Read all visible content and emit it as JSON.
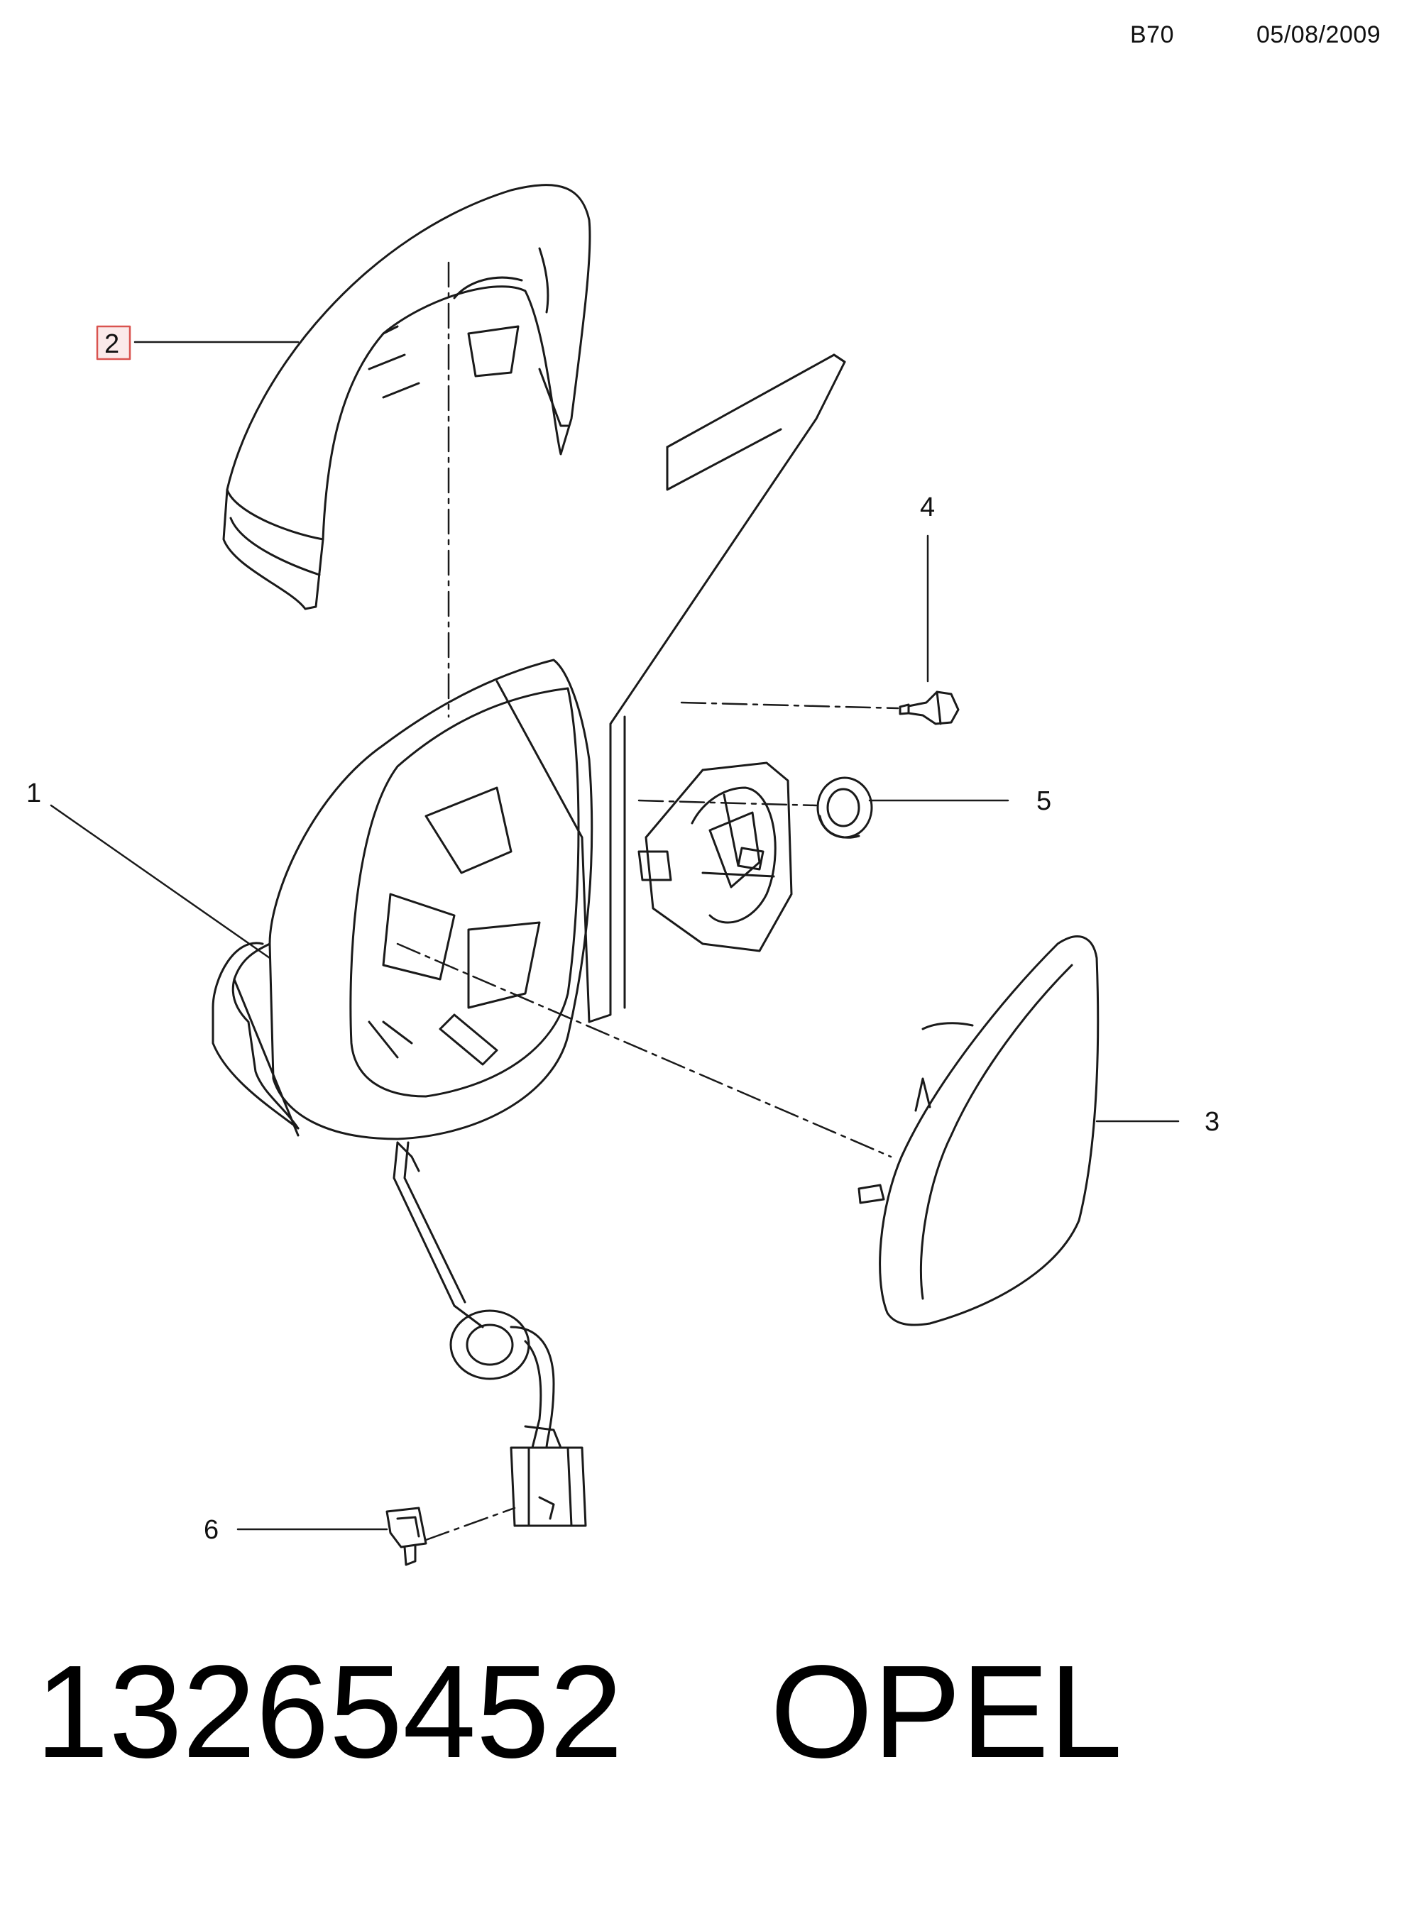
{
  "header": {
    "code": "B70",
    "date": "05/08/2009"
  },
  "callouts": [
    {
      "id": "1",
      "label": "1",
      "part": "mirror-housing-assembly"
    },
    {
      "id": "2",
      "label": "2",
      "part": "mirror-cover-cap",
      "highlighted": true
    },
    {
      "id": "3",
      "label": "3",
      "part": "mirror-glass"
    },
    {
      "id": "4",
      "label": "4",
      "part": "screw"
    },
    {
      "id": "5",
      "label": "5",
      "part": "grommet"
    },
    {
      "id": "6",
      "label": "6",
      "part": "connector-clip"
    }
  ],
  "footer": {
    "part_number": "13265452",
    "brand": "OPEL"
  },
  "colors": {
    "line": "#1a1a1a",
    "highlight_border": "#d9534f",
    "highlight_fill": "#fbeaea"
  }
}
